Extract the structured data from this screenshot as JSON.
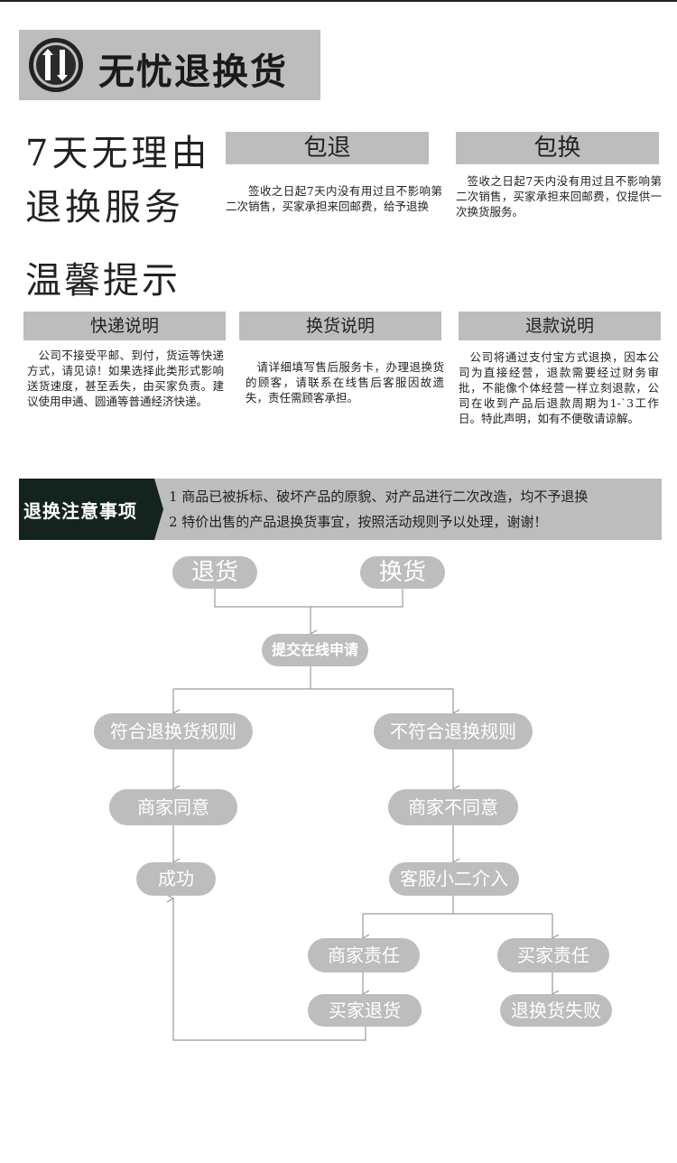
{
  "header": {
    "title": "无忧退换货"
  },
  "service": {
    "line1": "7天无理由",
    "line2": "退换服务"
  },
  "return_box": {
    "label": "包退",
    "text": "签收之日起7天内没有用过且不影响第二次销售，买家承担来回邮费，给予退换"
  },
  "exchange_box": {
    "label": "包换",
    "text": "签收之日起7天内没有用过且不影响第二次销售，买家承担来回邮费，仅提供一次换货服务。"
  },
  "tips": {
    "title": "温馨提示",
    "items": [
      {
        "label": "快递说明",
        "text": "公司不接受平邮、到付，货运等快递方式，请见谅！如果选择此类形式影响送货速度，甚至丢失，由买家负责。建议使用申通、圆通等普通经济快递。"
      },
      {
        "label": "换货说明",
        "text": "请详细填写售后服务卡，办理退换货的顾客，请联系在线售后客服因故遗失，责任需顾客承担。"
      },
      {
        "label": "退款说明",
        "text": "公司将通过支付宝方式退换，因本公司为直接经营，退款需要经过财务审批，不能像个体经营一样立刻退款，公司在收到产品后退款周期为1-`3工作日。特此声明，如有不便敬请谅解。"
      }
    ]
  },
  "notice": {
    "label": "退换注意事项",
    "items": [
      "1 商品已被拆标、破坏产品的原貌、对产品进行二次改造，均不予退换",
      "2 特价出售的产品退换货事宜，按照活动规则予以处理，谢谢！"
    ]
  },
  "flow": {
    "return": "退货",
    "exchange": "换货",
    "submit": "提交在线申请",
    "meets": "符合退换货规则",
    "not_meets": "不符合退换规则",
    "merchant_agree": "商家同意",
    "merchant_disagree": "商家不同意",
    "success": "成功",
    "cs_intervene": "客服小二介入",
    "merchant_fault": "商家责任",
    "buyer_fault": "买家责任",
    "buyer_return": "买家退货",
    "failed": "退换货失败"
  },
  "colors": {
    "bar": "#bdbdbd",
    "notice_label": "#13231d",
    "line": "#9a9a9a"
  }
}
